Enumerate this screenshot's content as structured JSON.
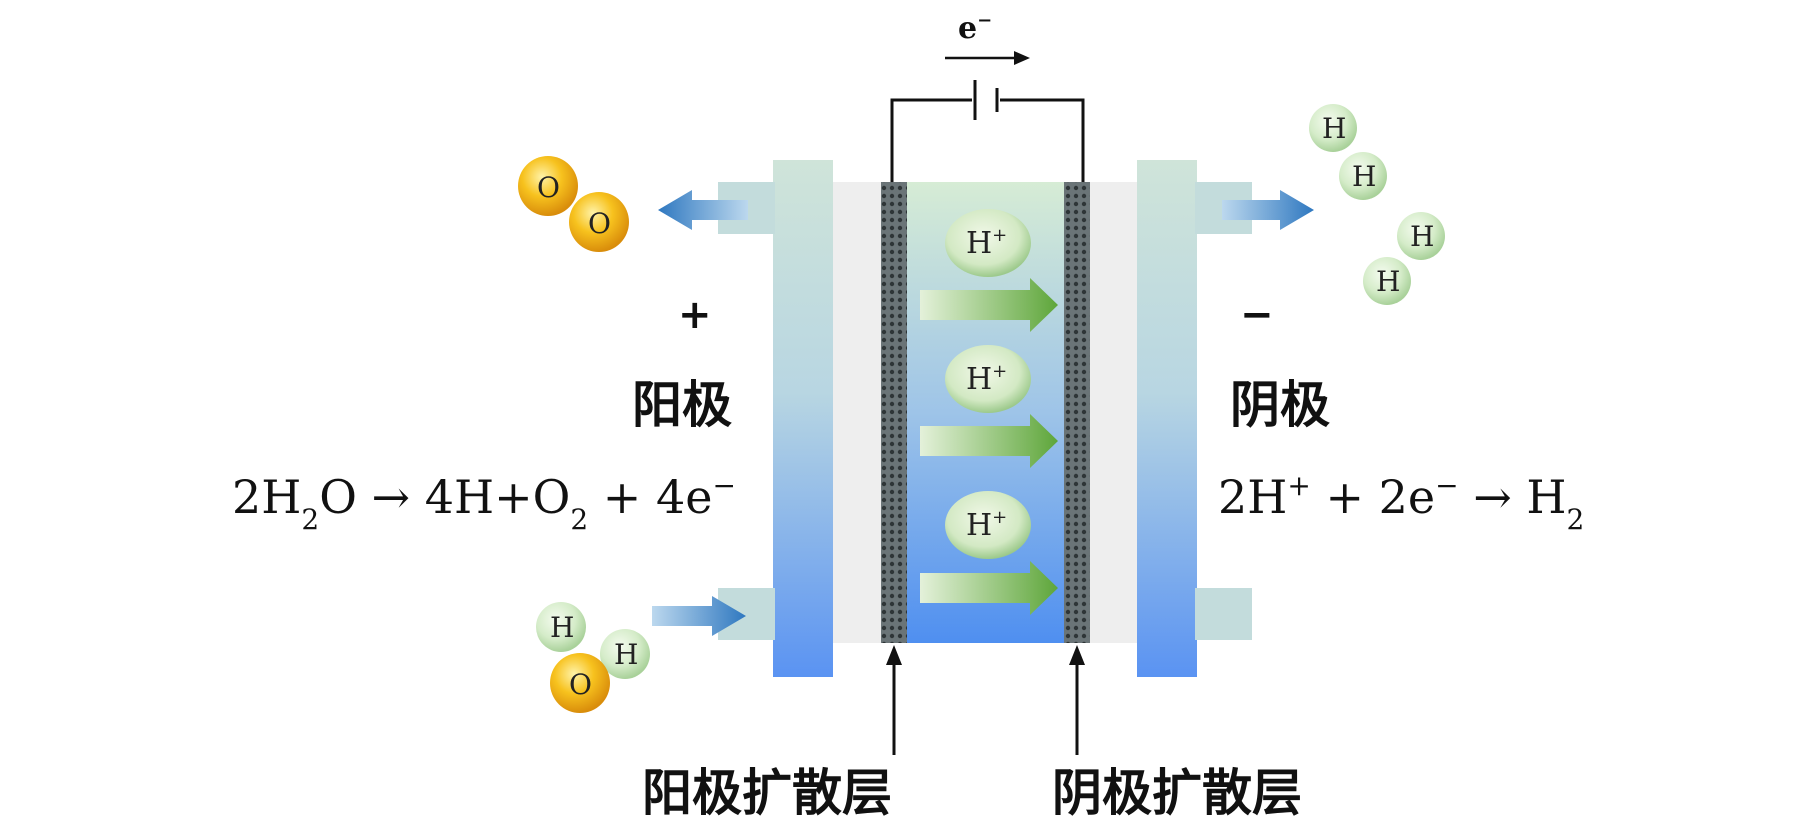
{
  "electron_label": {
    "base": "e",
    "sup": "−"
  },
  "anode": {
    "sign": "+",
    "name": "阳极",
    "diffusion_layer": "阳极扩散层",
    "reaction": {
      "a": "2H",
      "sub1": "2",
      "b": "O → 4H+O",
      "sub2": "2",
      "c": " + 4e",
      "sup": "−"
    }
  },
  "cathode": {
    "sign": "−",
    "name": "阴极",
    "diffusion_layer": "阴极扩散层",
    "reaction": {
      "a": "2H",
      "sup1": "+",
      "b": " + 2e",
      "sup2": "−",
      "c": " → H",
      "sub": "2"
    }
  },
  "membrane": {
    "ion": {
      "base": "H",
      "sup": "+"
    },
    "ion_count": 3
  },
  "molecules": {
    "oxygen_atom": "O",
    "hydrogen_atom": "H"
  },
  "colors": {
    "oxygen": "#f2b21c",
    "hydrogen": "#cfe8c4",
    "arrow_blue": "#3f86c8",
    "arrow_green": "#6fb24a",
    "plate_top": "#cfe4d9",
    "plate_bottom": "#5a93f2"
  }
}
